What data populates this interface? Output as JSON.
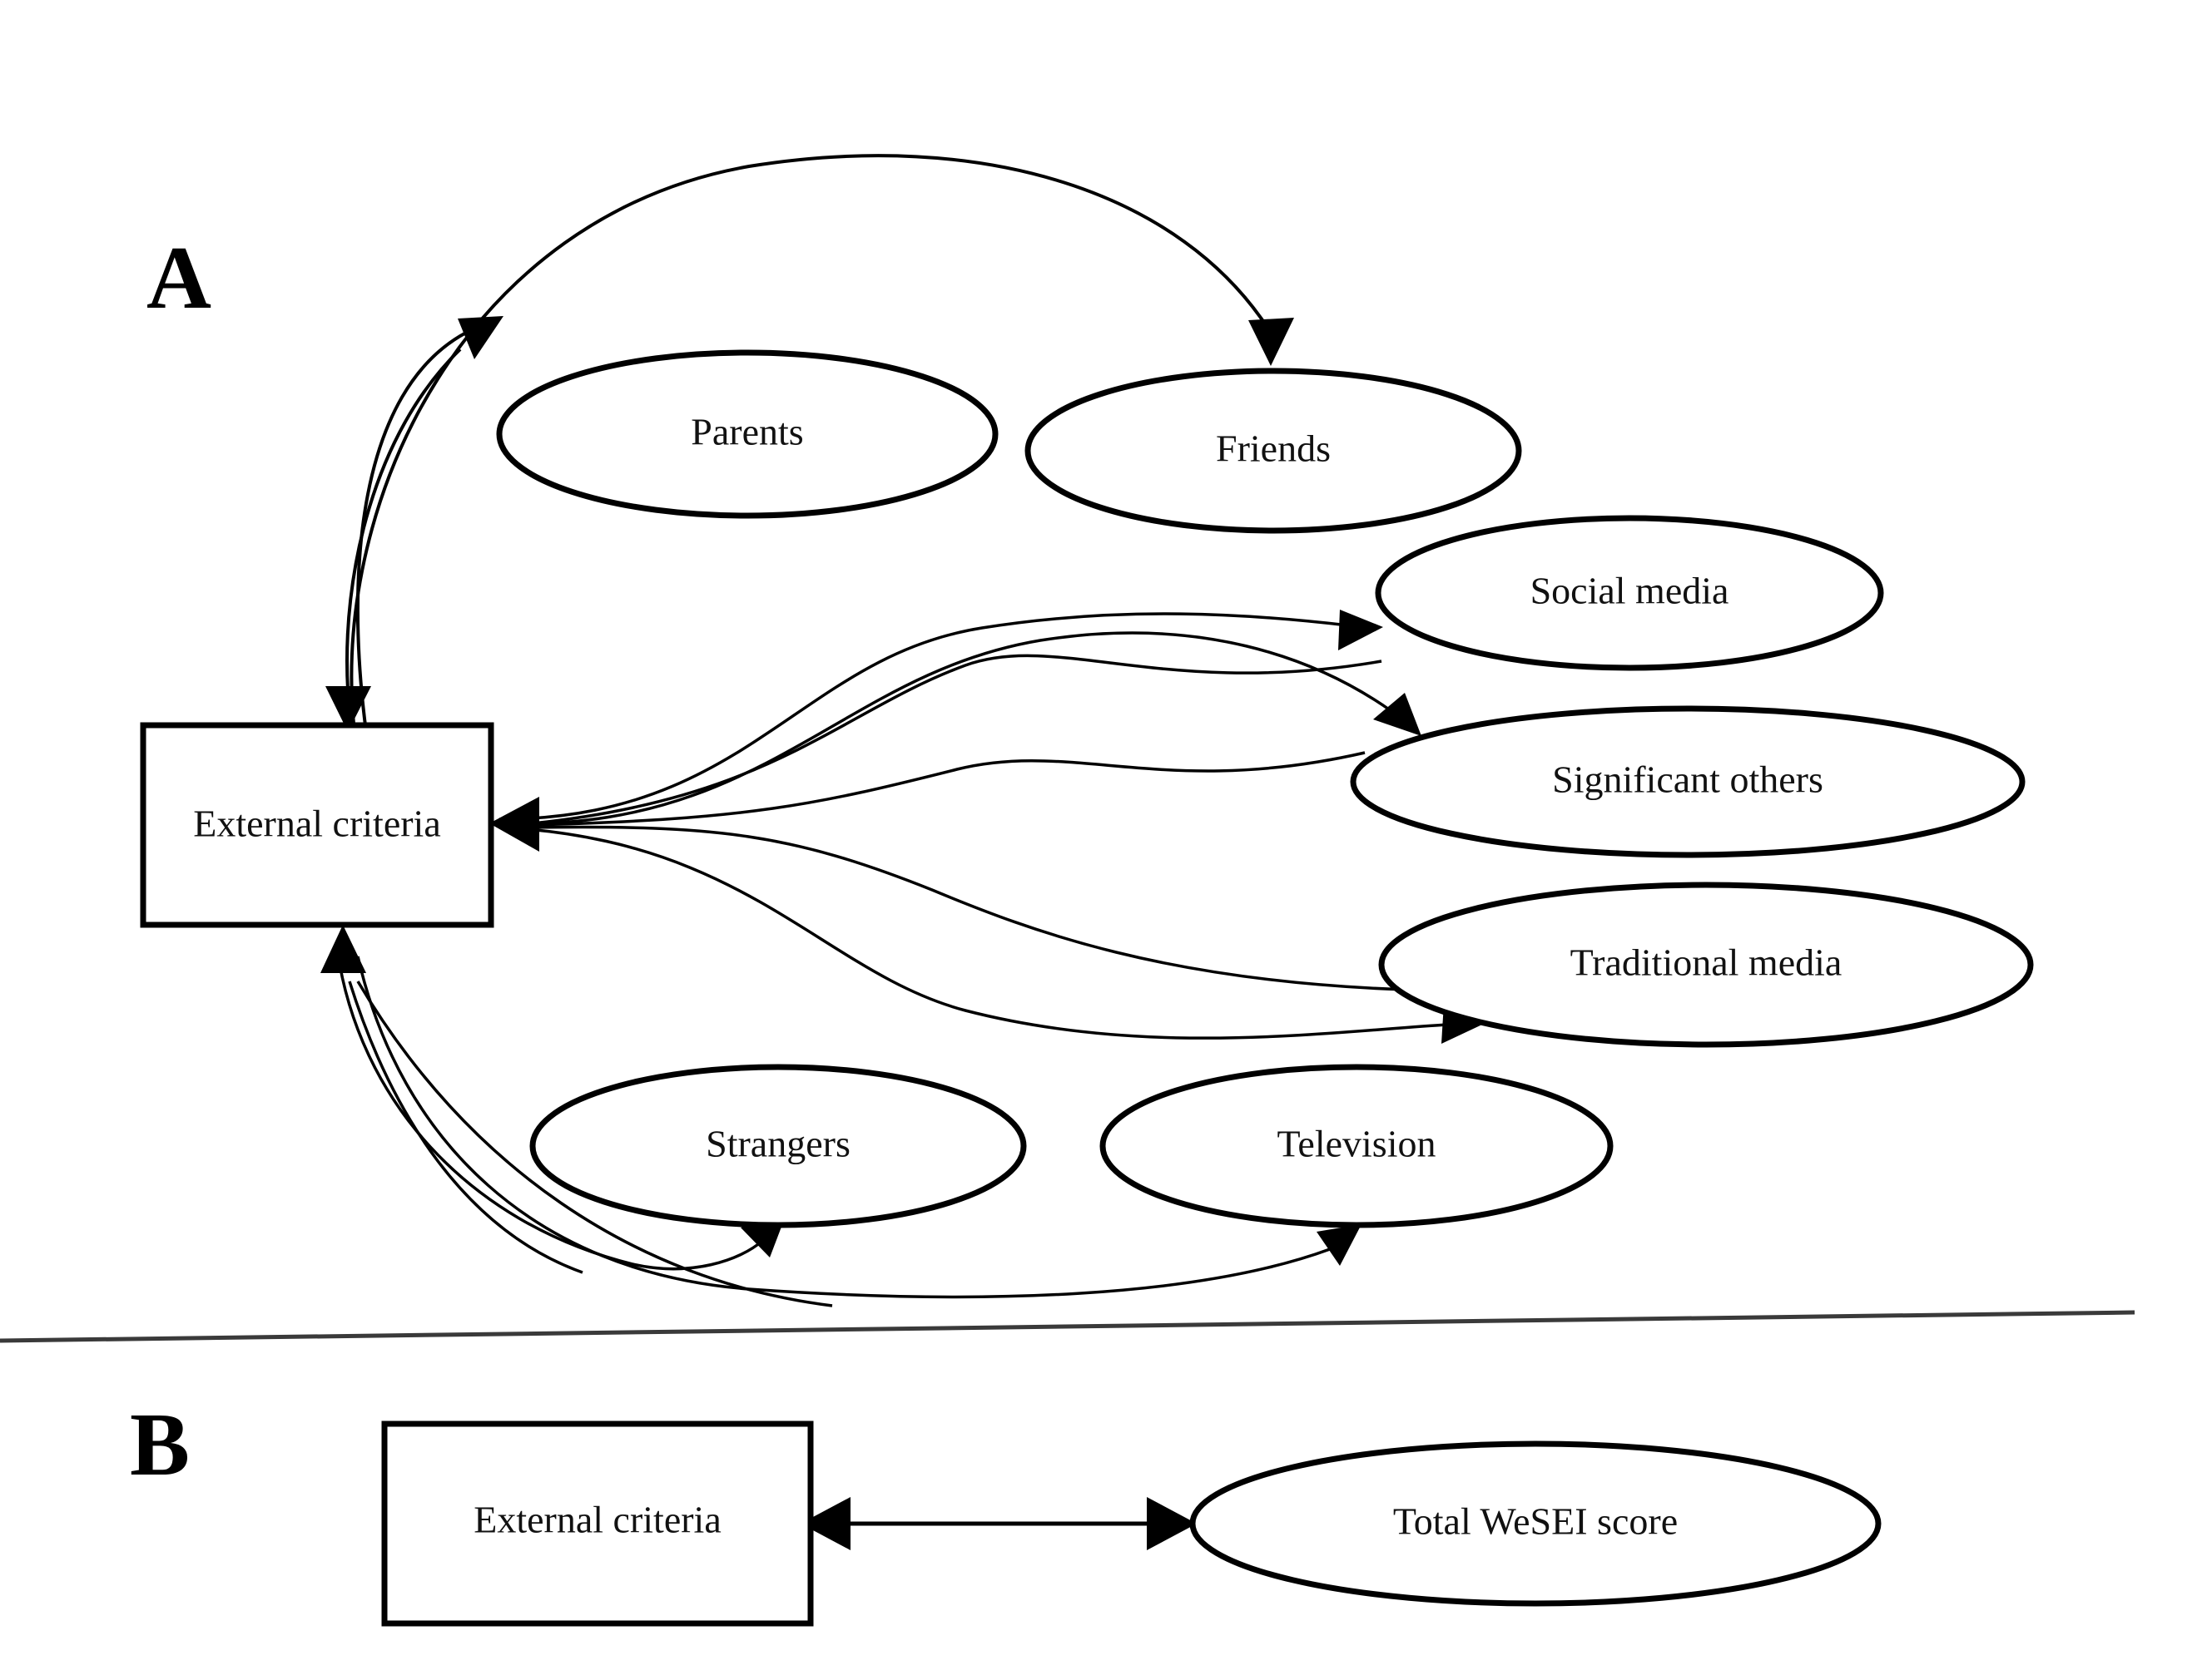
{
  "figure": {
    "panels": [
      {
        "id": "panel-a",
        "label": "A",
        "center_box": {
          "label": "External criteria",
          "shape": "rectangle"
        },
        "nodes": [
          {
            "id": "parents",
            "label": "Parents",
            "shape": "ellipse"
          },
          {
            "id": "friends",
            "label": "Friends",
            "shape": "ellipse"
          },
          {
            "id": "social-media",
            "label": "Social media",
            "shape": "ellipse"
          },
          {
            "id": "significant-others",
            "label": "Significant others",
            "shape": "ellipse"
          },
          {
            "id": "traditional-media",
            "label": "Traditional media",
            "shape": "ellipse"
          },
          {
            "id": "strangers",
            "label": "Strangers",
            "shape": "ellipse"
          },
          {
            "id": "television",
            "label": "Television",
            "shape": "ellipse"
          }
        ],
        "edges": [
          {
            "from": "External criteria",
            "to": "Parents",
            "style": "curved",
            "arrow": "single"
          },
          {
            "from": "External criteria",
            "to": "Friends",
            "style": "curved",
            "arrow": "single"
          },
          {
            "from": "Parents",
            "to": "External criteria",
            "style": "curved",
            "arrow": "single"
          },
          {
            "from": "External criteria",
            "to": "Social media",
            "style": "curved",
            "arrow": "single"
          },
          {
            "from": "External criteria",
            "to": "Significant others",
            "style": "curved",
            "arrow": "single"
          },
          {
            "from": "External criteria",
            "to": "Traditional media",
            "style": "curved",
            "arrow": "single"
          },
          {
            "from": "Social media",
            "to": "External criteria",
            "style": "curved",
            "arrow": "single"
          },
          {
            "from": "Significant others",
            "to": "External criteria",
            "style": "curved",
            "arrow": "single"
          },
          {
            "from": "Traditional media",
            "to": "External criteria",
            "style": "curved",
            "arrow": "single"
          },
          {
            "from": "External criteria",
            "to": "Strangers",
            "style": "curved",
            "arrow": "single"
          },
          {
            "from": "External criteria",
            "to": "Television",
            "style": "curved",
            "arrow": "single"
          },
          {
            "from": "Strangers",
            "to": "External criteria",
            "style": "curved",
            "arrow": "single"
          },
          {
            "from": "Television",
            "to": "External criteria",
            "style": "curved",
            "arrow": "single"
          }
        ]
      },
      {
        "id": "panel-b",
        "label": "B",
        "center_box": {
          "label": "External criteria",
          "shape": "rectangle"
        },
        "nodes": [
          {
            "id": "total-wesei-score",
            "label": "Total WeSEI score",
            "shape": "ellipse"
          }
        ],
        "edges": [
          {
            "from": "External criteria",
            "to": "Total WeSEI score",
            "style": "straight",
            "arrow": "double"
          }
        ]
      }
    ],
    "colors": {
      "stroke": "#000000",
      "fill": "#ffffff",
      "divider": "#3a3a3a"
    }
  }
}
